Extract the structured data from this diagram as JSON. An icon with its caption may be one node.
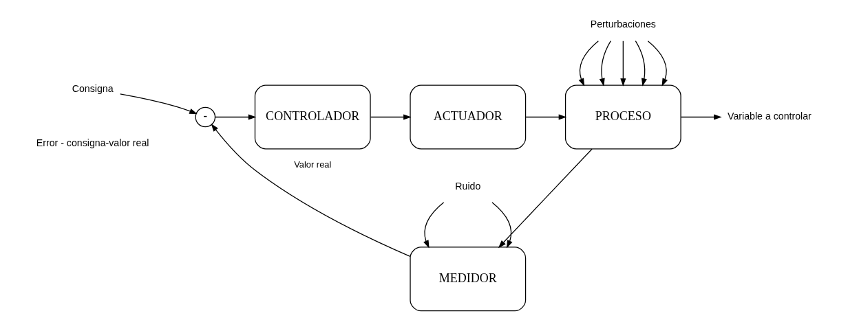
{
  "diagram": {
    "nodes": [
      {
        "text": [
          "Consigna"
        ]
      },
      {
        "text": [
          "-"
        ]
      },
      {
        "text": [
          "CONTROLADOR"
        ]
      },
      {
        "text": [
          "ACTUADOR"
        ]
      },
      {
        "text": [
          "PROCESO"
        ]
      },
      {
        "text": [
          "MEDIDOR"
        ]
      },
      {
        "text": [
          "Variable a controlar"
        ]
      },
      {
        "text": [
          "Perturbaciones"
        ]
      },
      {
        "text": [
          "Ruido"
        ]
      }
    ],
    "edges": [
      {
        "from": 0,
        "to": 1,
        "arrow": "to"
      },
      {
        "from": 1,
        "to": 2,
        "arrow": "to"
      },
      {
        "from": 2,
        "to": 3,
        "arrow": "to"
      },
      {
        "from": 3,
        "to": 4,
        "arrow": "to"
      },
      {
        "from": 4,
        "to": 6,
        "arrow": "to"
      },
      {
        "from": 4,
        "to": 5,
        "arrow": "to"
      },
      {
        "from": 5,
        "to": 1,
        "arrow": "to",
        "label": "Valor real"
      },
      {
        "from": 7,
        "to": 4,
        "arrow": "to"
      },
      {
        "from": 7,
        "to": 4,
        "arrow": "to"
      },
      {
        "from": 7,
        "to": 4,
        "arrow": "to"
      },
      {
        "from": 7,
        "to": 4,
        "arrow": "to"
      },
      {
        "from": 7,
        "to": 4,
        "arrow": "to"
      },
      {
        "from": 8,
        "to": 5,
        "arrow": "to"
      },
      {
        "from": 8,
        "to": 5,
        "arrow": "to"
      }
    ],
    "labels": [
      "Error - consigna-valor real"
    ]
  }
}
